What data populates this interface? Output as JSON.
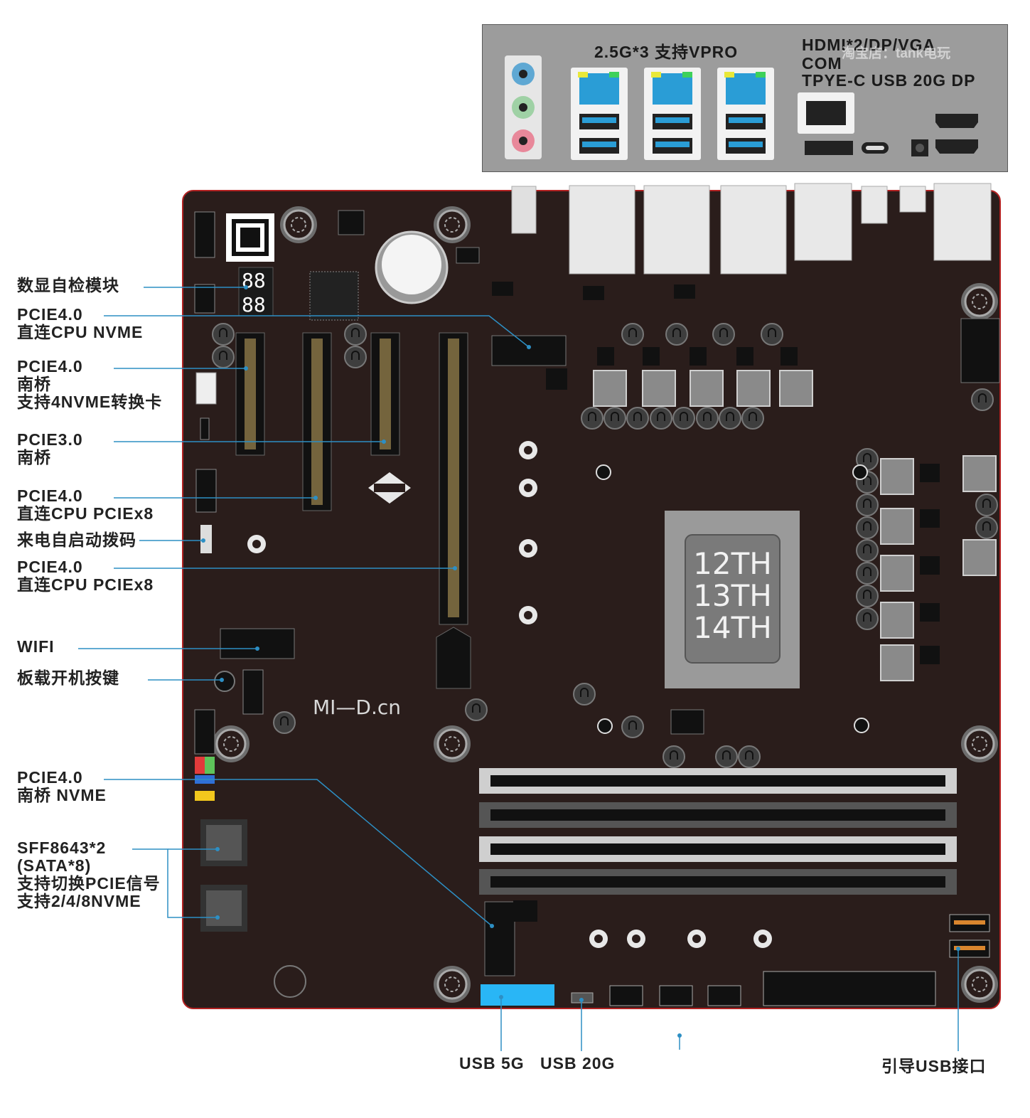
{
  "io_panel": {
    "lan_label": "2.5G*3 支持VPRO",
    "video_line1": "HDMI*2/DP/VGA",
    "video_line2": "COM",
    "video_line3": "TPYE-C  USB 20G DP",
    "watermark": "淘宝店：tank电玩"
  },
  "board": {
    "brand": "MI—D.cn",
    "logo": "MI DUO",
    "cpu_label": [
      "12TH",
      "13TH",
      "14TH"
    ]
  },
  "callouts": [
    {
      "lines": [
        "数显自检模块"
      ]
    },
    {
      "lines": [
        "PCIE4.0",
        "直连CPU NVME"
      ]
    },
    {
      "lines": [
        "PCIE4.0",
        "南桥",
        "支持4NVME转换卡"
      ]
    },
    {
      "lines": [
        "PCIE3.0",
        "南桥"
      ]
    },
    {
      "lines": [
        "PCIE4.0",
        "直连CPU PCIEx8"
      ]
    },
    {
      "lines": [
        "来电自启动拨码"
      ]
    },
    {
      "lines": [
        "PCIE4.0",
        "直连CPU PCIEx8"
      ]
    },
    {
      "lines": [
        "WIFI"
      ]
    },
    {
      "lines": [
        "板载开机按键"
      ]
    },
    {
      "lines": [
        "PCIE4.0",
        "南桥 NVME"
      ]
    },
    {
      "lines": [
        "SFF8643*2",
        "(SATA*8)",
        "支持切换PCIE信号",
        "支持2/4/8NVME"
      ]
    }
  ],
  "bottom_labels": {
    "usb5g": "USB 5G",
    "usb20g": "USB 20G",
    "boot_usb": "引导USB接口"
  },
  "colors": {
    "board": "#2a1d1b",
    "board_edge": "#b22222",
    "leader_line": "#2d8fc4",
    "io_panel": "#9c9c9c",
    "usb_header": "#29b6f6"
  }
}
